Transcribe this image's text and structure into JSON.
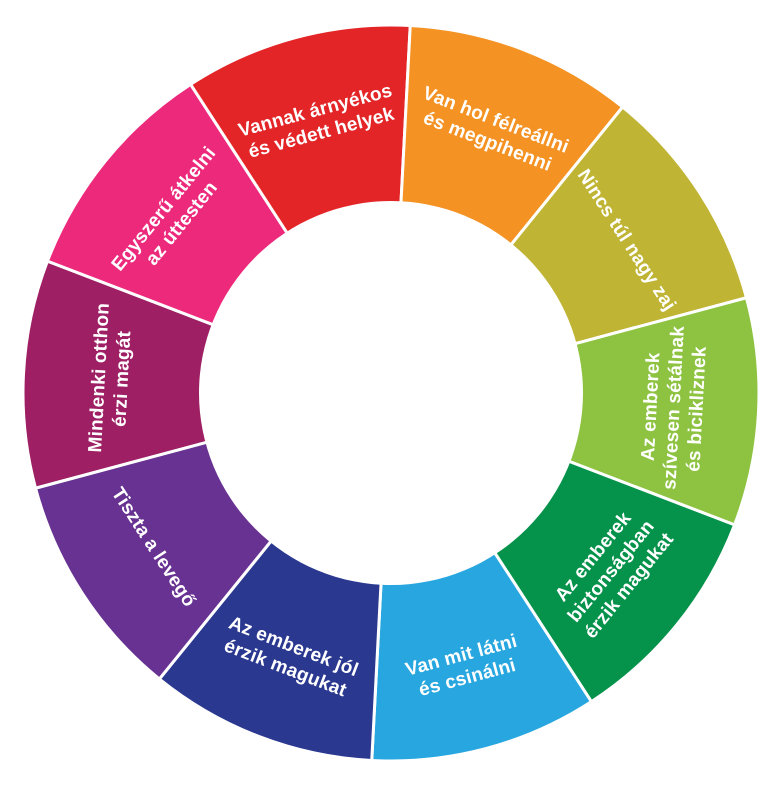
{
  "diagram": {
    "segments": [
      {
        "lines": [
          "Mindenki otthon",
          "érzi magát"
        ],
        "color": "#9E1F63"
      },
      {
        "lines": [
          "Egyszerű átkelni",
          "az úttesten"
        ],
        "color": "#EC297B"
      },
      {
        "lines": [
          "Vannak árnyékos",
          "és védett helyek"
        ],
        "color": "#E42528"
      },
      {
        "lines": [
          "Van hol félreállni",
          "és megpihenni"
        ],
        "color": "#F49223"
      },
      {
        "lines": [
          "Nincs túl nagy zaj"
        ],
        "color": "#BFB433"
      },
      {
        "lines": [
          "Az emberek",
          "szívesen sétálnak",
          "és bicikliznek"
        ],
        "color": "#8DC341"
      },
      {
        "lines": [
          "Az emberek",
          "biztonságban",
          "érzik magukat"
        ],
        "color": "#05924A"
      },
      {
        "lines": [
          "Van mit látni",
          "és csinálni"
        ],
        "color": "#28A6DF"
      },
      {
        "lines": [
          "Az emberek jól",
          "érzik magukat"
        ],
        "color": "#2A3890"
      },
      {
        "lines": [
          "Tiszta a levegő"
        ],
        "color": "#673292"
      }
    ]
  }
}
